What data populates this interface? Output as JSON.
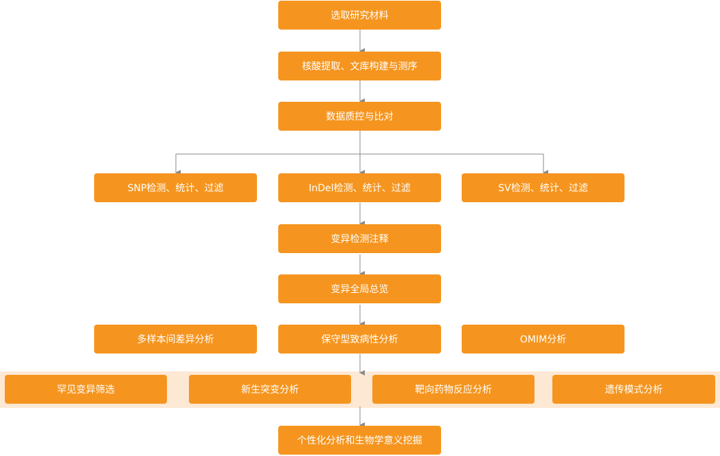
{
  "nodes": {
    "select_material": "选取研究材料",
    "extraction_library": "核酸提取、文库构建与测序",
    "qc_alignment": "数据质控与比对",
    "snp": "SNP检测、统计、过滤",
    "indel": "InDel检测、统计、过滤",
    "sv": "SV检测、统计、过滤",
    "variant_annotation": "变异检测注释",
    "variant_overview": "变异全局总览",
    "multi_sample_diff": "多样本间差异分析",
    "conserved_pathogenic": "保守型致病性分析",
    "omim": "OMIM分析",
    "rare_variant": "罕见变异筛选",
    "de_novo": "新生突变分析",
    "drug_target": "靶向药物反应分析",
    "inheritance": "遗传模式分析",
    "personalized": "个性化分析和生物学意义挖掘"
  },
  "colors": {
    "box": "#f5951f",
    "band": "#fde8d4",
    "connector": "#8a8a8a"
  }
}
